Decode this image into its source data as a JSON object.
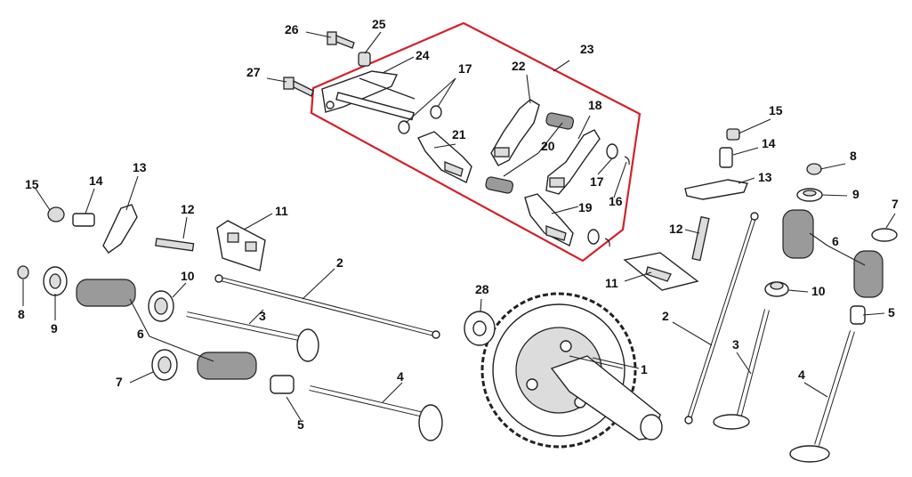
{
  "colors": {
    "highlight": "#d4202a",
    "ink": "#222222"
  },
  "callouts": [
    {
      "id": "c26",
      "text": "26"
    },
    {
      "id": "c25",
      "text": "25"
    },
    {
      "id": "c24",
      "text": "24"
    },
    {
      "id": "c27",
      "text": "27"
    },
    {
      "id": "c17a",
      "text": "17"
    },
    {
      "id": "c22",
      "text": "22"
    },
    {
      "id": "c23",
      "text": "23"
    },
    {
      "id": "c18",
      "text": "18"
    },
    {
      "id": "c21",
      "text": "21"
    },
    {
      "id": "c20",
      "text": "20"
    },
    {
      "id": "c17b",
      "text": "17"
    },
    {
      "id": "c16",
      "text": "16"
    },
    {
      "id": "c19",
      "text": "19"
    },
    {
      "id": "c15r",
      "text": "15"
    },
    {
      "id": "c14r",
      "text": "14"
    },
    {
      "id": "c8r",
      "text": "8"
    },
    {
      "id": "c13r",
      "text": "13"
    },
    {
      "id": "c9r",
      "text": "9"
    },
    {
      "id": "c7r",
      "text": "7"
    },
    {
      "id": "c12r",
      "text": "12"
    },
    {
      "id": "c6r",
      "text": "6"
    },
    {
      "id": "c11r",
      "text": "11"
    },
    {
      "id": "c10r",
      "text": "10"
    },
    {
      "id": "c5r",
      "text": "5"
    },
    {
      "id": "c2r",
      "text": "2"
    },
    {
      "id": "c3r",
      "text": "3"
    },
    {
      "id": "c4r",
      "text": "4"
    },
    {
      "id": "c28",
      "text": "28"
    },
    {
      "id": "c1",
      "text": "1"
    },
    {
      "id": "c15l",
      "text": "15"
    },
    {
      "id": "c14l",
      "text": "14"
    },
    {
      "id": "c13l",
      "text": "13"
    },
    {
      "id": "c12l",
      "text": "12"
    },
    {
      "id": "c11l",
      "text": "11"
    },
    {
      "id": "c2l",
      "text": "2"
    },
    {
      "id": "c10l",
      "text": "10"
    },
    {
      "id": "c8l",
      "text": "8"
    },
    {
      "id": "c9l",
      "text": "9"
    },
    {
      "id": "c6l",
      "text": "6"
    },
    {
      "id": "c3l",
      "text": "3"
    },
    {
      "id": "c7l",
      "text": "7"
    },
    {
      "id": "c4l",
      "text": "4"
    },
    {
      "id": "c5l",
      "text": "5"
    }
  ]
}
